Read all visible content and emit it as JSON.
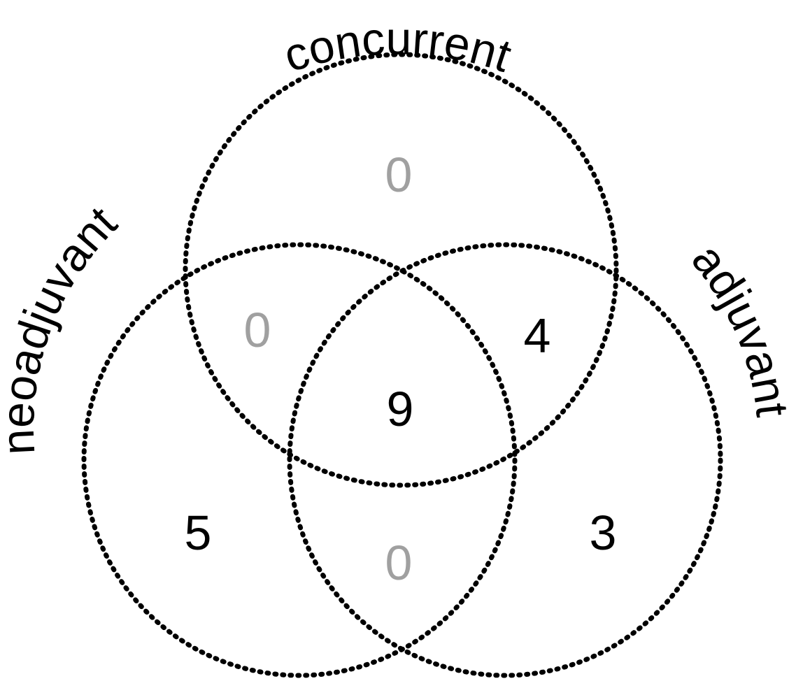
{
  "sets": [
    {
      "id": "concurrent",
      "label": "concurrent"
    },
    {
      "id": "neoadjuvant",
      "label": "neoadjuvant"
    },
    {
      "id": "adjuvant",
      "label": "adjuvant"
    }
  ],
  "regions": {
    "concurrent_only": {
      "value": "0",
      "color": "#a0a0a0"
    },
    "neoadjuvant_concurrent": {
      "value": "0",
      "color": "#a0a0a0"
    },
    "concurrent_adjuvant": {
      "value": "4",
      "color": "#000000"
    },
    "all_three": {
      "value": "9",
      "color": "#000000"
    },
    "neoadjuvant_only": {
      "value": "5",
      "color": "#000000"
    },
    "neoadjuvant_adjuvant": {
      "value": "0",
      "color": "#a0a0a0"
    },
    "adjuvant_only": {
      "value": "3",
      "color": "#000000"
    }
  },
  "colors": {
    "circle_stroke": "#000000",
    "text": "#000000",
    "zero_count": "#a0a0a0",
    "background": "#ffffff"
  }
}
